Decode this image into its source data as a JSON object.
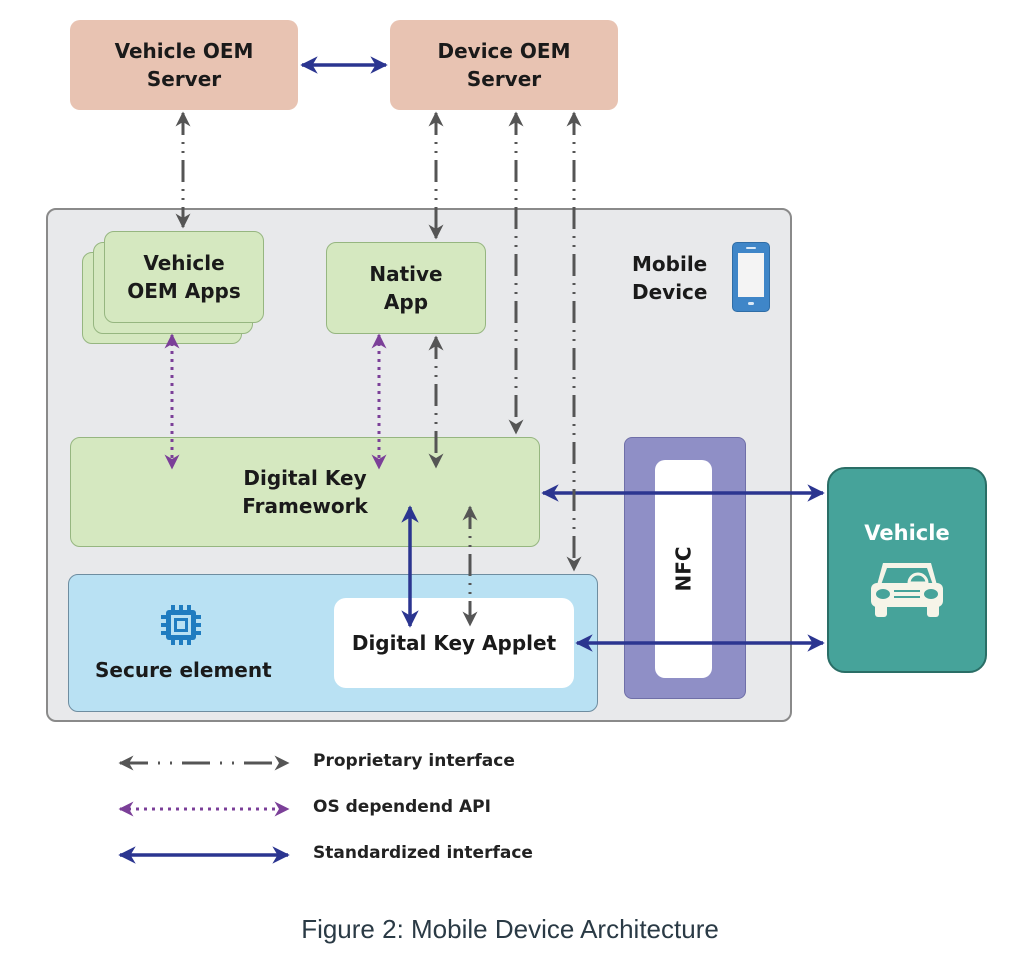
{
  "diagram": {
    "nodes": {
      "vehicle_oem_server": "Vehicle OEM\nServer",
      "device_oem_server": "Device OEM\nServer",
      "mobile_device": "Mobile\nDevice",
      "vehicle_oem_apps": "Vehicle\nOEM Apps",
      "native_app": "Native\nApp",
      "digital_key_framework": "Digital Key\nFramework",
      "secure_element": "Secure element",
      "digital_key_applet": "Digital Key Applet",
      "nfc": "NFC",
      "vehicle": "Vehicle"
    },
    "icons": {
      "mobile_device": "smartphone-icon",
      "secure_element": "chip-icon",
      "vehicle": "car-icon"
    },
    "edges": [
      {
        "from": "Vehicle OEM Server",
        "to": "Device OEM Server",
        "type": "standardized"
      },
      {
        "from": "Vehicle OEM Server",
        "to": "Vehicle OEM Apps",
        "type": "proprietary"
      },
      {
        "from": "Device OEM Server",
        "to": "Native App",
        "type": "proprietary"
      },
      {
        "from": "Device OEM Server",
        "to": "Digital Key Framework",
        "type": "proprietary"
      },
      {
        "from": "Device OEM Server",
        "to": "Secure element",
        "type": "proprietary"
      },
      {
        "from": "Vehicle OEM Apps",
        "to": "Digital Key Framework",
        "type": "os_api"
      },
      {
        "from": "Native App",
        "to": "Digital Key Framework",
        "type": "os_api"
      },
      {
        "from": "Native App",
        "to": "Digital Key Framework",
        "type": "proprietary"
      },
      {
        "from": "Digital Key Framework",
        "to": "Digital Key Applet",
        "type": "standardized"
      },
      {
        "from": "Digital Key Framework",
        "to": "Digital Key Applet",
        "type": "proprietary"
      },
      {
        "from": "Digital Key Framework",
        "to": "Vehicle",
        "via": "NFC",
        "type": "standardized"
      },
      {
        "from": "Digital Key Applet",
        "to": "Vehicle",
        "via": "NFC",
        "type": "standardized"
      }
    ],
    "legend": [
      {
        "type": "proprietary",
        "label": "Proprietary interface"
      },
      {
        "type": "os_api",
        "label": "OS dependend API"
      },
      {
        "type": "standardized",
        "label": "Standardized interface"
      }
    ],
    "colors": {
      "proprietary": "#555555",
      "os_api": "#7b3f98",
      "standardized": "#2b3590"
    },
    "caption": "Figure 2: Mobile Device Architecture"
  }
}
